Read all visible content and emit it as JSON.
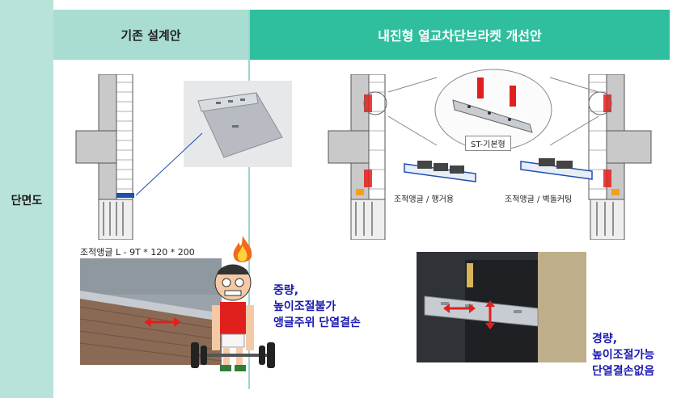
{
  "left_label": "단면도",
  "header": {
    "existing": "기존 설계안",
    "improved": "내진형 열교차단브라켓 개선안"
  },
  "existing": {
    "angle_spec": "조적앵글 L - 9T * 120 * 200",
    "cons_line1": "중량,",
    "cons_line2": "높이조절불가",
    "cons_line3": "앵글주위 단열결손"
  },
  "improved": {
    "basic_label": "ST-기본형",
    "angle_hanger": "조적앵글 / 행거용",
    "angle_cut": "조적앵글 / 벽돌커팅",
    "pros_line1": "경량,",
    "pros_line2": "높이조절가능",
    "pros_line3": "단열결손없음"
  },
  "colors": {
    "header_new": "#2fbf9e",
    "header_old": "#a9ddd2",
    "side_band": "#b9e3da",
    "accent_red": "#e0201c",
    "text_blue": "#1a1ab0"
  }
}
